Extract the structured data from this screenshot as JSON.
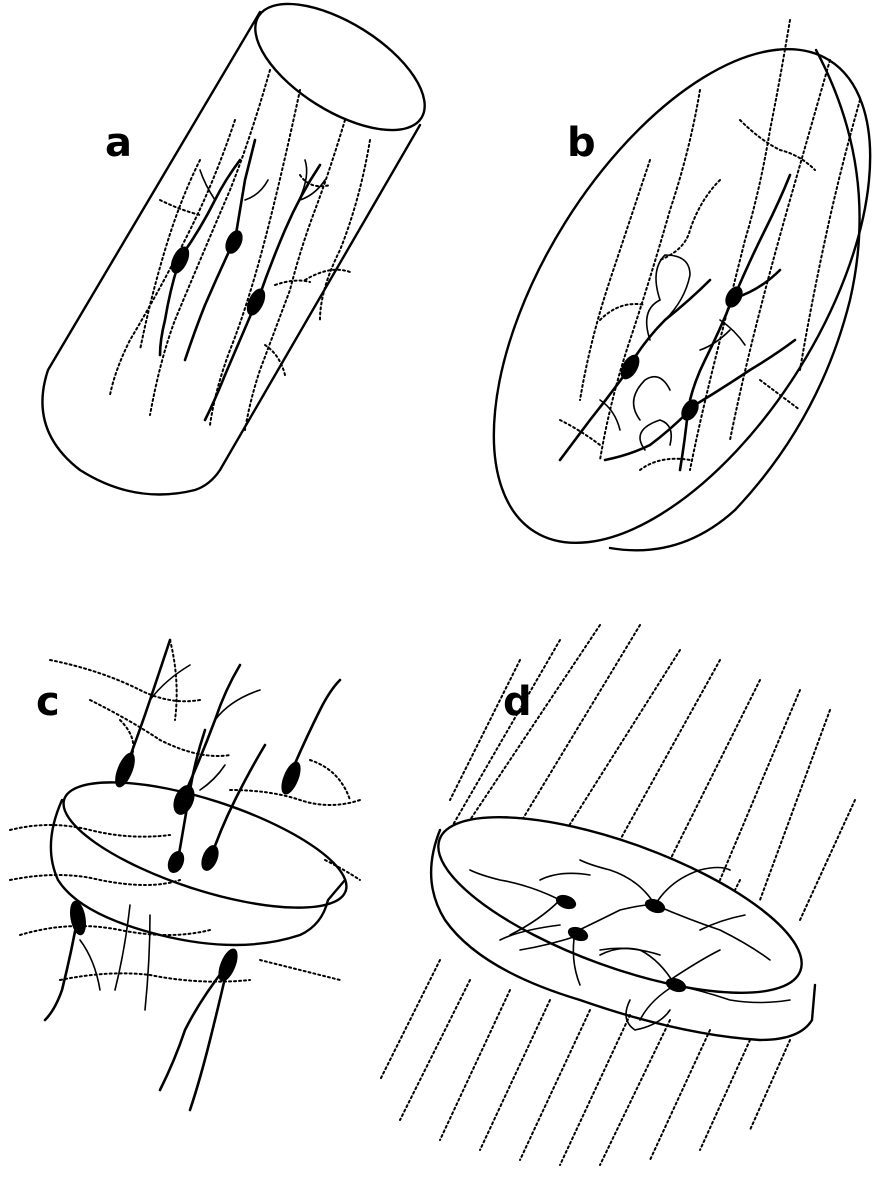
{
  "panels": [
    {
      "id": "a",
      "label": "a",
      "shape": "cylinder"
    },
    {
      "id": "b",
      "label": "b",
      "shape": "ellipsoid"
    },
    {
      "id": "c",
      "label": "c",
      "shape": "disc"
    },
    {
      "id": "d",
      "label": "d",
      "shape": "disc"
    }
  ],
  "colors": {
    "ink": "#000000",
    "background": "#ffffff"
  }
}
